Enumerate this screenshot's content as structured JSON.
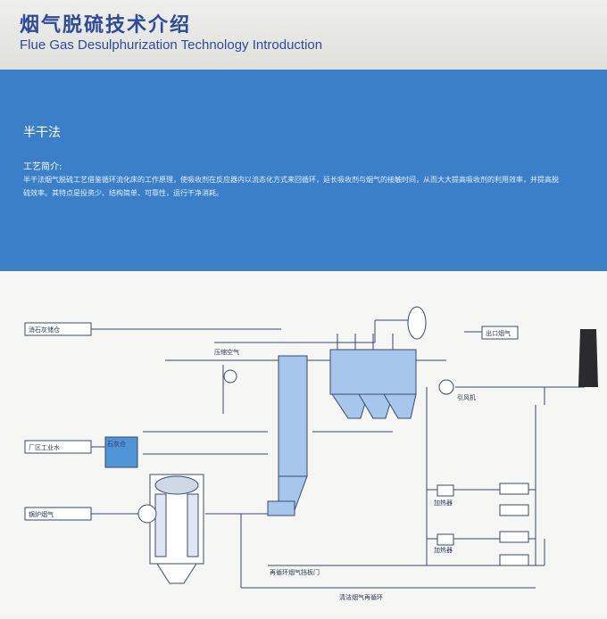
{
  "header": {
    "title_cn": "烟气脱硫技术介绍",
    "title_en": "Flue Gas Desulphurization Technology Introduction"
  },
  "section": {
    "title": "半干法",
    "intro_heading": "工艺简介:",
    "intro_body": "半干法烟气脱硫工艺借鉴循环流化床的工作原理，使吸收剂在反应器内以流态化方式来回循环，延长吸收剂与烟气的接触时间，从而大大提高吸收剂的利用效率，并提高脱硫效率。其特点是投资少、结构简单、可靠性，运行干净消耗。"
  },
  "diagram": {
    "labels": {
      "input_top": "消石灰储仓",
      "input_mid": "厂区工业水",
      "input_bot": "锅炉烟气",
      "header_pipe": "压缩空气",
      "bag_label": "石灰仓",
      "output_right": "出口烟气",
      "fan_label": "引风机",
      "heater1": "加热器",
      "heater2": "加热器",
      "bottom_pipe1": "再循环烟气挡板门",
      "bottom_pipe2": "清洁烟气再循环"
    },
    "colors": {
      "line": "#3b4a6b",
      "vessel": "#a7c6ec",
      "tank": "#4f94d6",
      "stack": "#2b2b2e"
    }
  }
}
